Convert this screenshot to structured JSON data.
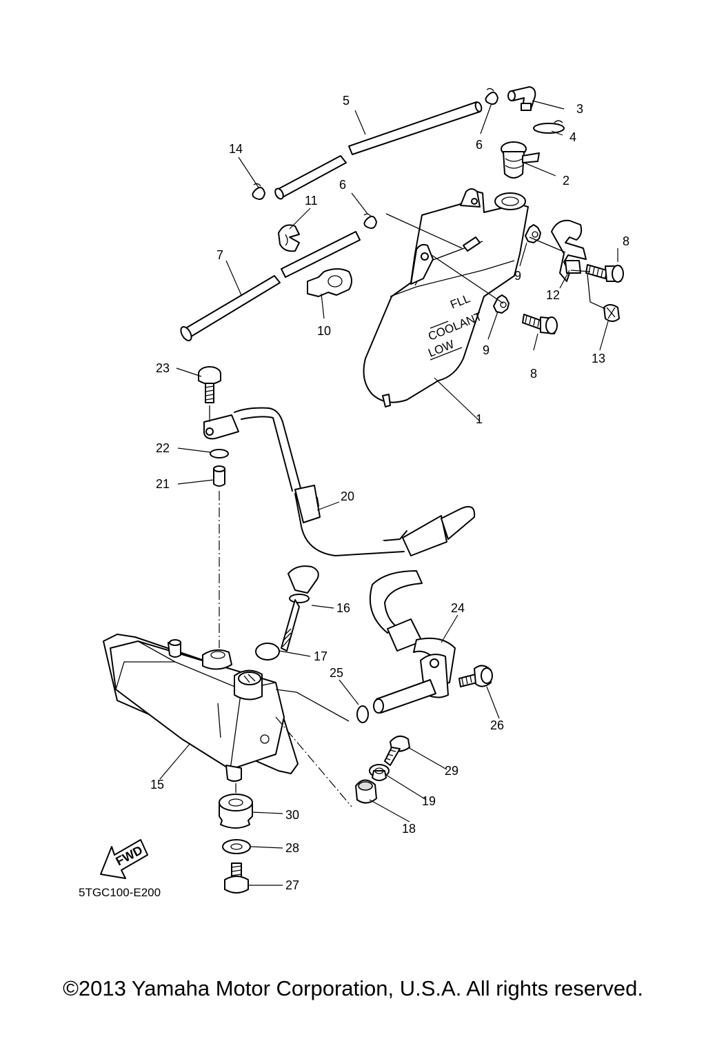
{
  "callouts": [
    "1",
    "2",
    "3",
    "4",
    "5",
    "6",
    "6",
    "7",
    "8",
    "8",
    "9",
    "9",
    "10",
    "11",
    "12",
    "13",
    "14",
    "15",
    "16",
    "17",
    "18",
    "19",
    "20",
    "21",
    "22",
    "23",
    "24",
    "25",
    "26",
    "27",
    "28",
    "29",
    "30"
  ],
  "tank_markings": {
    "full": "FLL",
    "coolant": "COOLANT",
    "low": "LOW"
  },
  "fwd_label": "FWD",
  "diagram_code": "5TGC100-E200",
  "copyright": "©2013 Yamaha Motor Corporation, U.S.A. All rights reserved."
}
